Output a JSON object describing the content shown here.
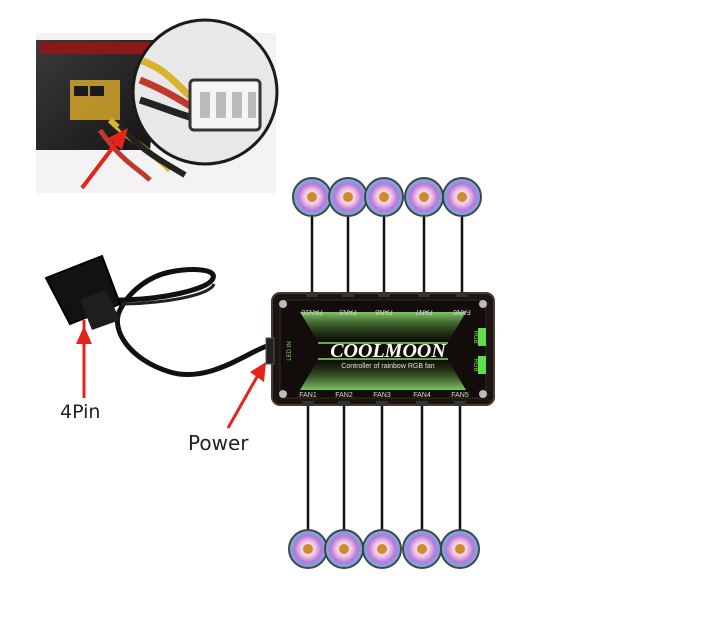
{
  "labels": {
    "four_pin": "4Pin",
    "power": "Power"
  },
  "hub": {
    "brand": "COOLMOON",
    "subtitle": "Controller of rainbow RGB fan",
    "top_ports": [
      "FAN10",
      "FAN9",
      "FAN8",
      "FAN7",
      "FAN6"
    ],
    "bottom_ports": [
      "FAN1",
      "FAN2",
      "FAN3",
      "FAN4",
      "FAN5"
    ],
    "side_left_label": "LED IN",
    "side_right_top": "RGB",
    "side_right_bottom": "RGB"
  },
  "colors": {
    "arrow": "#e5231b",
    "hub_body": "#1c1410",
    "hub_glow": "#6bd84a",
    "cable": "#111111",
    "text": "#222222"
  }
}
